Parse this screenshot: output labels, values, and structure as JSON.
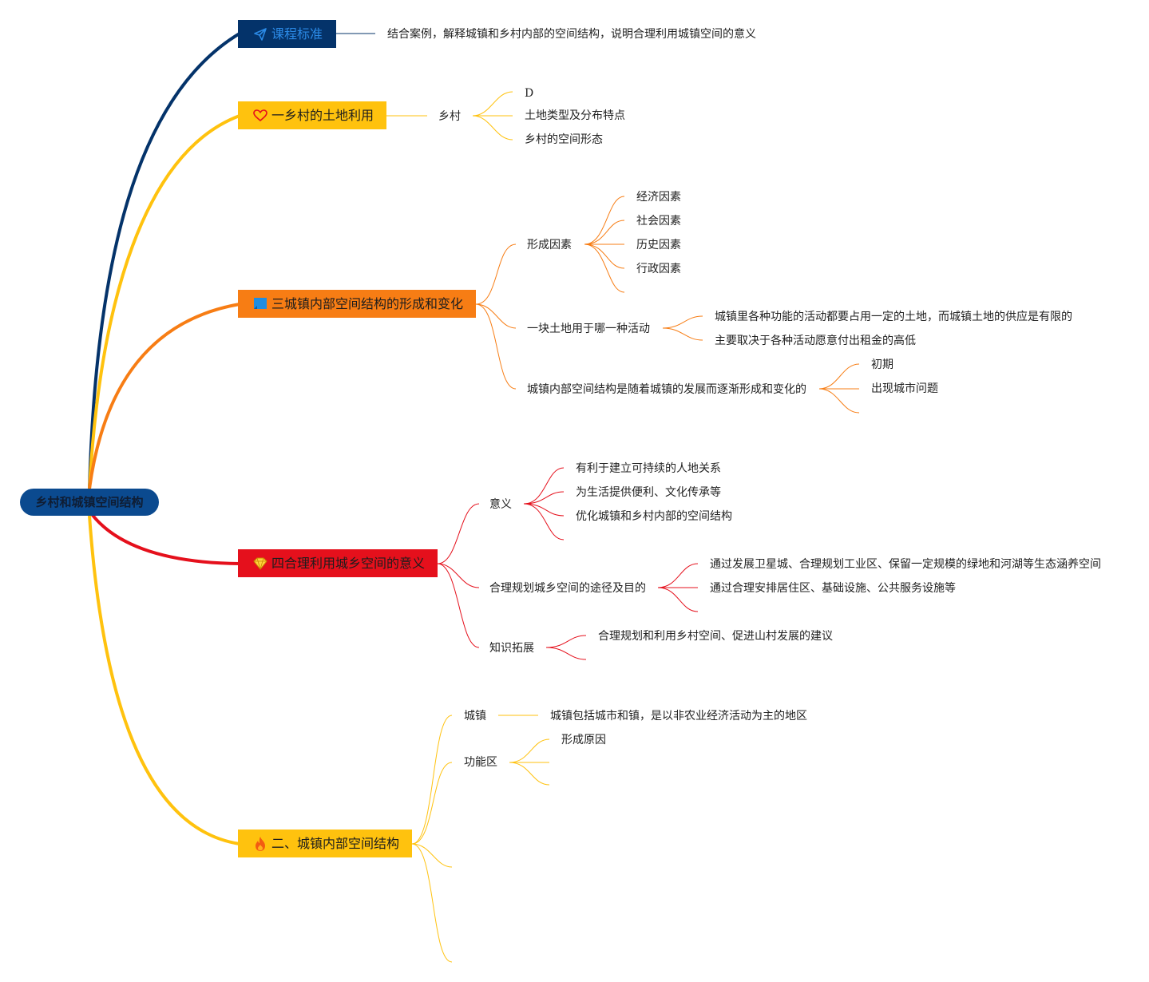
{
  "root": "乡村和城镇空间结构",
  "branches": {
    "b1": {
      "label": "课程标准",
      "icon": "paper-plane-icon",
      "color": "#04336a",
      "children": [
        "结合案例，解释城镇和乡村内部的空间结构，说明合理利用城镇空间的意义"
      ]
    },
    "b2": {
      "label": "一乡村的土地利用",
      "icon": "heart-icon",
      "color": "#ffc20e",
      "child": {
        "label": "乡村",
        "items": [
          "D",
          "土地类型及分布特点",
          "乡村的空间形态"
        ]
      }
    },
    "b3": {
      "label": "三城镇内部空间结构的形成和变化",
      "icon": "flag-icon",
      "color": "#f77d14",
      "children": [
        {
          "label": "形成因素",
          "items": [
            "经济因素",
            "社会因素",
            "历史因素",
            "行政因素"
          ]
        },
        {
          "label": "一块土地用于哪一种活动",
          "items": [
            "城镇里各种功能的活动都要占用一定的土地，而城镇土地的供应是有限的",
            "主要取决于各种活动愿意付出租金的高低"
          ]
        },
        {
          "label": "城镇内部空间结构是随着城镇的发展而逐渐形成和变化的",
          "items": [
            "初期",
            "出现城市问题"
          ]
        }
      ]
    },
    "b4": {
      "label": "四合理利用城乡空间的意义",
      "icon": "diamond-icon",
      "color": "#e5101c",
      "children": [
        {
          "label": "意义",
          "items": [
            "有利于建立可持续的人地关系",
            "为生活提供便利、文化传承等",
            "优化城镇和乡村内部的空间结构"
          ]
        },
        {
          "label": "合理规划城乡空间的途径及目的",
          "items": [
            "通过发展卫星城、合理规划工业区、保留一定规模的绿地和河湖等生态涵养空间",
            "通过合理安排居住区、基础设施、公共服务设施等"
          ]
        },
        {
          "label": "知识拓展",
          "items": [
            "合理规划和利用乡村空间、促进山村发展的建议"
          ]
        }
      ]
    },
    "b5": {
      "label": "二、城镇内部空间结构",
      "icon": "fire-icon",
      "color": "#ffc20e",
      "children": [
        {
          "label": "城镇",
          "items": [
            "城镇包括城市和镇，是以非农业经济活动为主的地区"
          ]
        },
        {
          "label": "功能区",
          "items": [
            "形成原因"
          ]
        }
      ]
    }
  }
}
